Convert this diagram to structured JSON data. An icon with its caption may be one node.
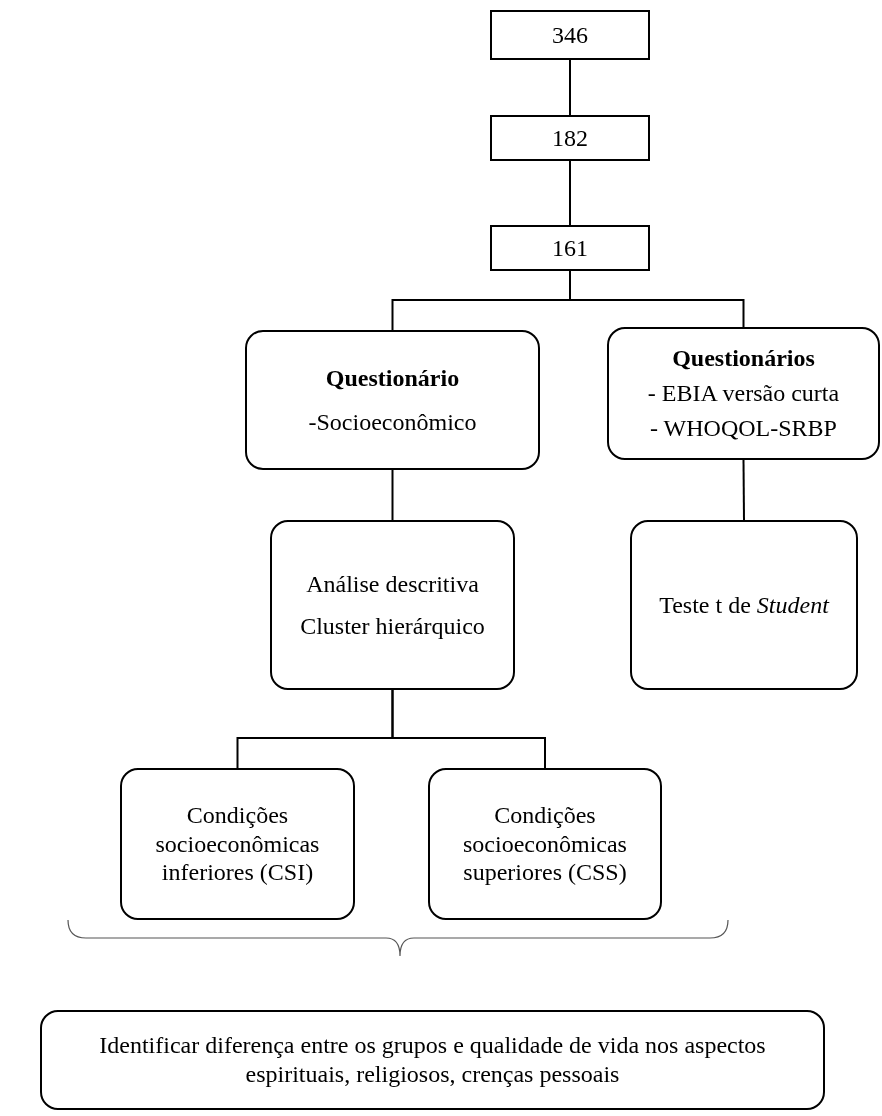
{
  "diagram": {
    "nodes": [
      {
        "text": [
          "346"
        ]
      },
      {
        "text": [
          "182"
        ]
      },
      {
        "text": [
          "161"
        ]
      },
      {
        "text": [
          "Questionário",
          "-Socioeconômico"
        ]
      },
      {
        "text": [
          "Questionários",
          "- EBIA versão curta",
          "- WHOQOL-SRBP"
        ]
      },
      {
        "text": [
          "Análise descritiva",
          "Cluster hierárquico"
        ]
      },
      {
        "text": [
          "Teste t de *Student*"
        ]
      },
      {
        "text": [
          "Condições socioeconômicas inferiores (CSI)"
        ]
      },
      {
        "text": [
          "Condições socioeconômicas superiores (CSS)"
        ]
      },
      {
        "text": [
          "Identificar diferença entre os grupos e qualidade de vida nos aspectos espirituais, religiosos, crenças pessoais"
        ]
      }
    ],
    "edges": [
      {
        "from": 0,
        "to": 1,
        "arrow": "none"
      },
      {
        "from": 1,
        "to": 2,
        "arrow": "none"
      },
      {
        "from": 2,
        "to": 3,
        "arrow": "none"
      },
      {
        "from": 2,
        "to": 4,
        "arrow": "none"
      },
      {
        "from": 3,
        "to": 5,
        "arrow": "none"
      },
      {
        "from": 4,
        "to": 6,
        "arrow": "none"
      },
      {
        "from": 5,
        "to": 7,
        "arrow": "none"
      },
      {
        "from": 5,
        "to": 8,
        "arrow": "none"
      }
    ]
  }
}
